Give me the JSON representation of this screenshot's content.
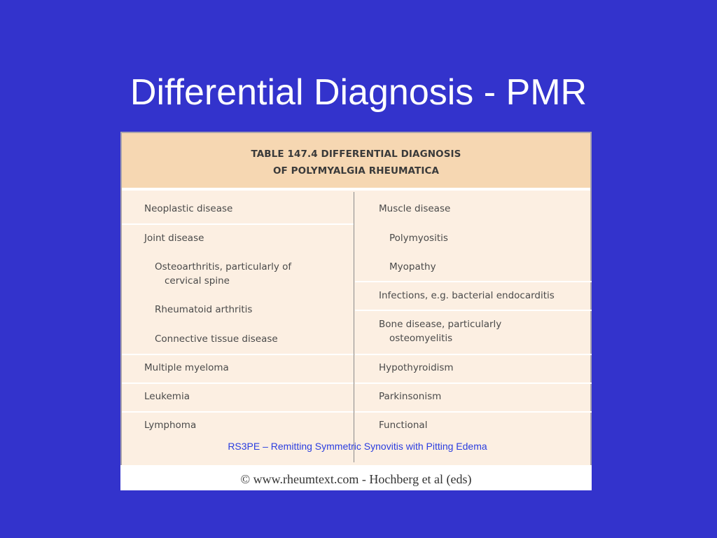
{
  "slide": {
    "title": "Differential Diagnosis - PMR"
  },
  "table": {
    "heading_line1": "TABLE 147.4 DIFFERENTIAL DIAGNOSIS",
    "heading_line2": "OF POLYMYALGIA RHEUMATICA",
    "left_column": [
      {
        "text": "Neoplastic disease",
        "level": 0
      },
      {
        "text": "Joint disease",
        "level": 0
      },
      {
        "text": "Osteoarthritis, particularly of",
        "level": 1
      },
      {
        "text": "cervical spine",
        "level": 2
      },
      {
        "text": "Rheumatoid arthritis",
        "level": 1
      },
      {
        "text": "Connective tissue disease",
        "level": 1
      },
      {
        "text": "Multiple myeloma",
        "level": 0
      },
      {
        "text": "Leukemia",
        "level": 0
      },
      {
        "text": "Lymphoma",
        "level": 0
      }
    ],
    "right_column": [
      {
        "text": "Muscle disease",
        "level": 0
      },
      {
        "text": "Polymyositis",
        "level": 1
      },
      {
        "text": "Myopathy",
        "level": 1
      },
      {
        "text": "Infections, e.g. bacterial endocarditis",
        "level": 0
      },
      {
        "text": "Bone disease, particularly",
        "level": 0
      },
      {
        "text": "osteomyelitis",
        "level": 1
      },
      {
        "text": "Hypothyroidism",
        "level": 0
      },
      {
        "text": "Parkinsonism",
        "level": 0
      },
      {
        "text": "Functional",
        "level": 0
      }
    ]
  },
  "footnote": "RS3PE – Remitting Symmetric Synovitis with Pitting Edema",
  "copyright": "© www.rheumtext.com - Hochberg et al (eds)",
  "colors": {
    "slide_background": "#3333cc",
    "table_header": "#f6d7b2",
    "table_body": "#fcefe2",
    "footnote_text": "#2a3de0"
  }
}
